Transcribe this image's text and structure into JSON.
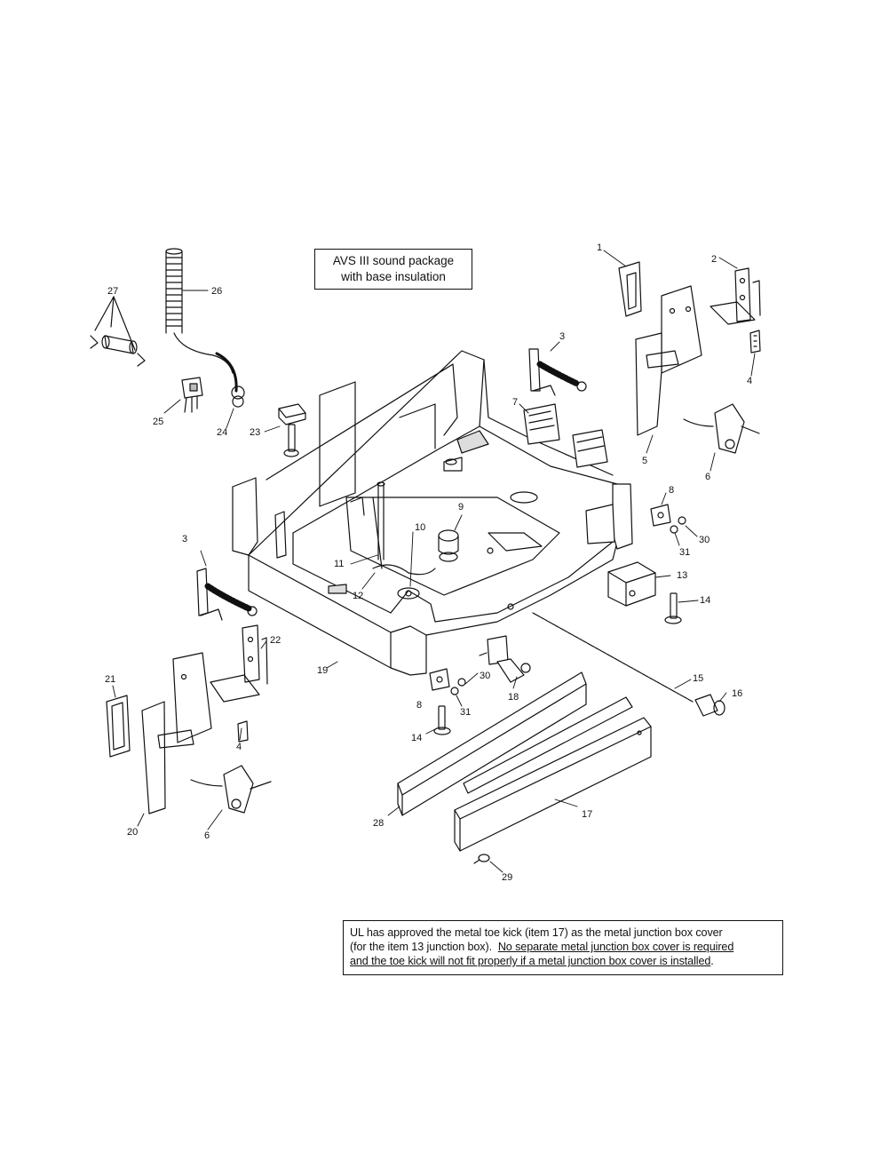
{
  "callouts": {
    "avs_line1": "AVS III sound package",
    "avs_line2": "with base insulation",
    "ul_line1": "UL has approved the metal toe kick (item 17) as the metal junction box cover",
    "ul_line2a": "(for the item 13 junction box).",
    "ul_line2b": "No separate metal junction box cover is required",
    "ul_line3": "and the toe kick will not fit properly if a metal junction box cover is installed",
    "ul_line3_end": "."
  },
  "part_labels": {
    "l1": "1",
    "l2": "2",
    "l3a": "3",
    "l3b": "3",
    "l4a": "4",
    "l4b": "4",
    "l5": "5",
    "l6a": "6",
    "l6b": "6",
    "l7": "7",
    "l8a": "8",
    "l8b": "8",
    "l9": "9",
    "l10": "10",
    "l11": "11",
    "l12": "12",
    "l13": "13",
    "l14a": "14",
    "l14b": "14",
    "l15": "15",
    "l16": "16",
    "l17": "17",
    "l18": "18",
    "l19": "19",
    "l20": "20",
    "l21": "21",
    "l22": "22",
    "l23": "23",
    "l24": "24",
    "l25": "25",
    "l26": "26",
    "l27": "27",
    "l28": "28",
    "l29": "29",
    "l30a": "30",
    "l30b": "30",
    "l31a": "31",
    "l31b": "31"
  }
}
